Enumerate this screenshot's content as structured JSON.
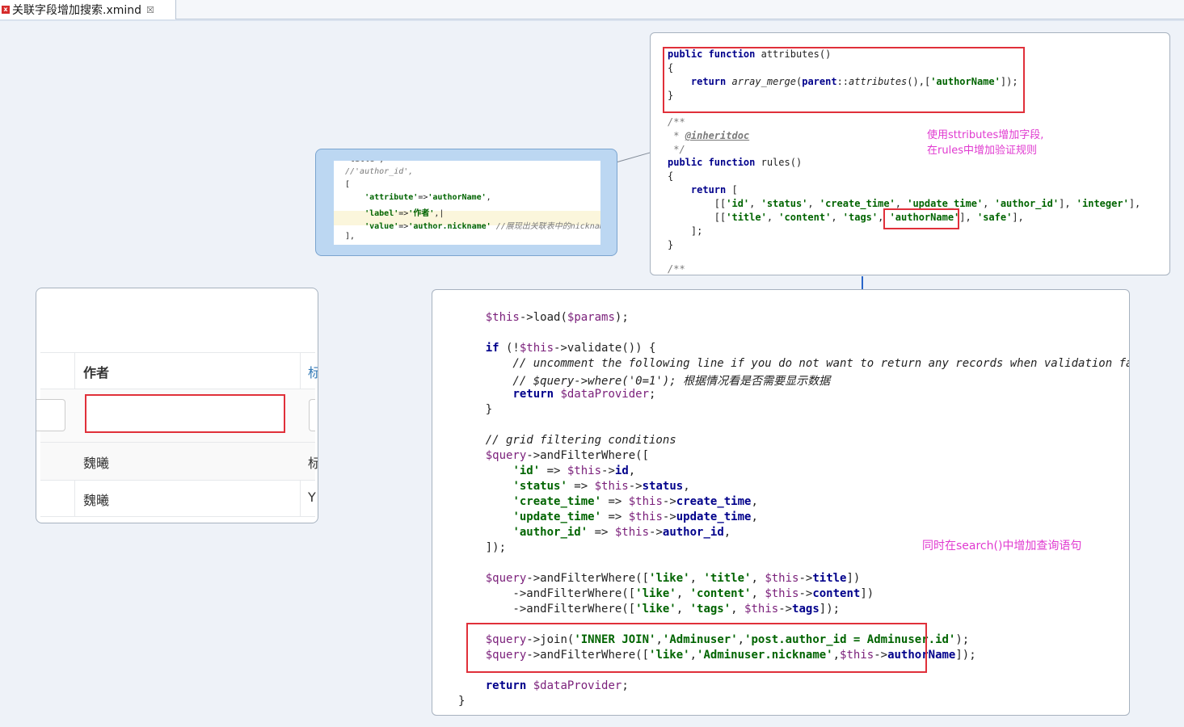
{
  "tab": {
    "title": "关联字段增加搜索.xmind",
    "close": "☒",
    "icon": "x"
  },
  "card_attributes": {
    "lines": [
      "public function attributes()",
      "{",
      "    return array_merge(parent::attributes(),['authorName']);",
      "}",
      "/**",
      " * @inheritdoc",
      " */",
      "public function rules()",
      "{",
      "    return [",
      "        [['id', 'status', 'create_time', 'update_time', 'author_id'], 'integer'],",
      "        [['title', 'content', 'tags', 'authorName'], 'safe'],",
      "    ];",
      "}",
      "/**"
    ],
    "note_line1": "使用sttributes增加字段,",
    "note_line2": "在rules中增加验证规则"
  },
  "card_label": {
    "lines": [
      "'title',",
      "//'author_id',",
      "[",
      "    'attribute'=>'authorName',",
      "    'label'=>'作者',",
      "    'value'=>'author.nickname' //展现出关联表中的nickname",
      "],"
    ]
  },
  "card_table": {
    "header": "作者",
    "header_next": "标",
    "rows": [
      {
        "author": "魏曦",
        "next": "标"
      },
      {
        "author": "魏曦",
        "next": "Y"
      }
    ],
    "filter_value": ""
  },
  "card_search": {
    "lines": [
      "    $this->load($params);",
      "",
      "    if (!$this->validate()) {",
      "        // uncomment the following line if you do not want to return any records when validation fails",
      "        // $query->where('0=1'); 根据情况看是否需要显示数据",
      "        return $dataProvider;",
      "    }",
      "",
      "    // grid filtering conditions",
      "    $query->andFilterWhere([",
      "        'id' => $this->id,",
      "        'status' => $this->status,",
      "        'create_time' => $this->create_time,",
      "        'update_time' => $this->update_time,",
      "        'author_id' => $this->author_id,",
      "    ]);",
      "",
      "    $query->andFilterWhere(['like', 'title', $this->title])",
      "        ->andFilterWhere(['like', 'content', $this->content])",
      "        ->andFilterWhere(['like', 'tags', $this->tags]);",
      "",
      "    $query->join('INNER JOIN','Adminuser','post.author_id = Adminuser.id');",
      "    $query->andFilterWhere(['like','Adminuser.nickname',$this->authorName]);",
      "",
      "    return $dataProvider;",
      "}"
    ],
    "note": "同时在search()中增加查询语句"
  },
  "colors": {
    "annotation": "#e03ad0",
    "highlight_box": "#e0303a",
    "keyword": "#00008b",
    "string": "#006400"
  }
}
